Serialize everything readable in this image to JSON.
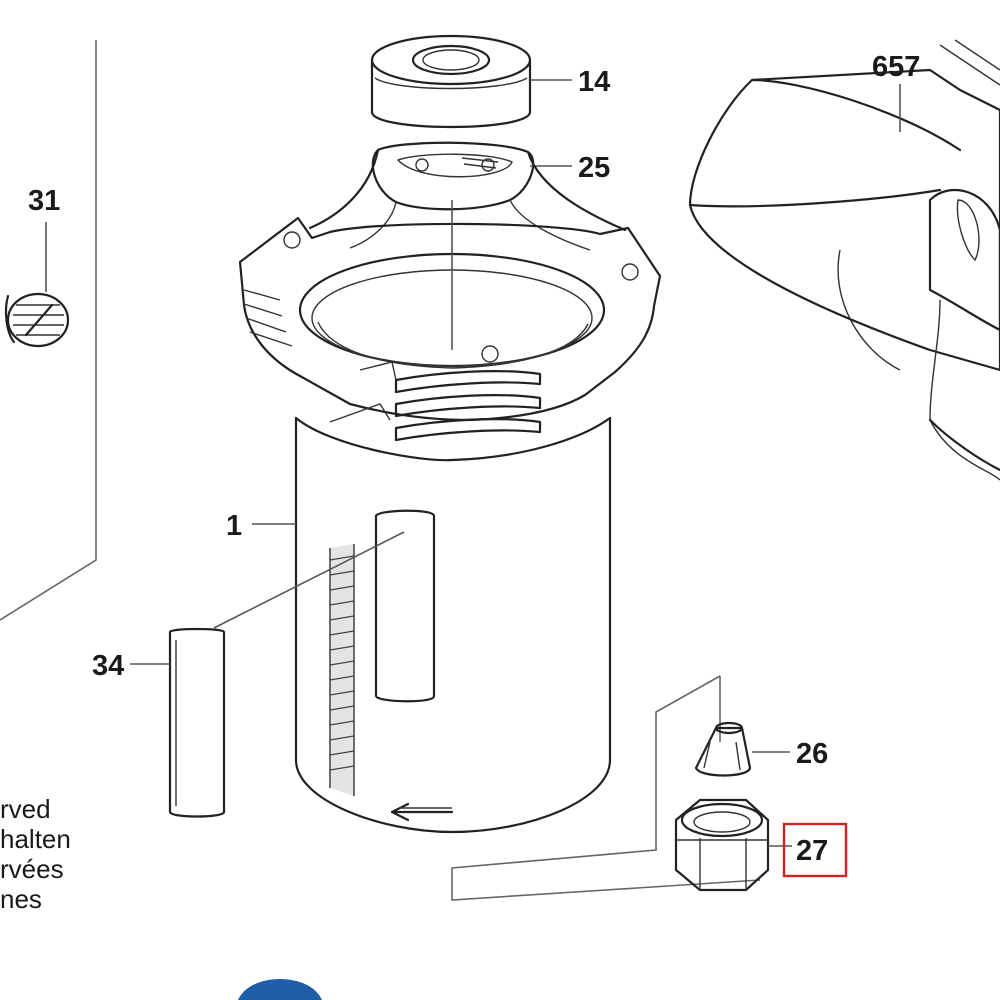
{
  "parts": {
    "p14": "14",
    "p25": "25",
    "p657": "657",
    "p31": "31",
    "p1": "1",
    "p34": "34",
    "p26": "26",
    "p27": "27"
  },
  "highlight": {
    "part": "27",
    "color": "#cc2222"
  },
  "side_text": [
    "rved",
    "halten",
    "rvées",
    "nes"
  ],
  "colors": {
    "line": "#222222",
    "highlight": "#cc2222",
    "accent_blue": "#1f5fa8"
  }
}
